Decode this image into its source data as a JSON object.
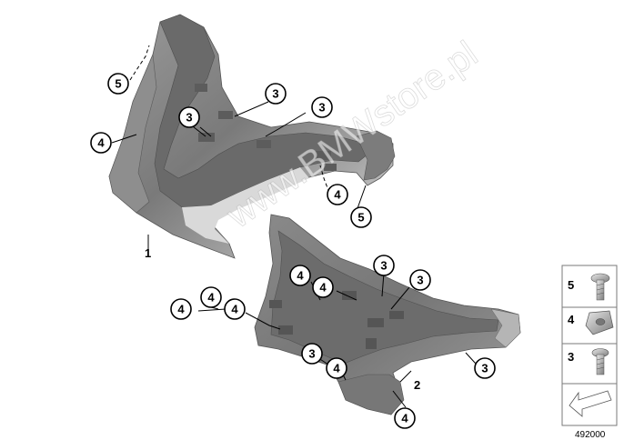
{
  "watermark": "www.BMWstore.pl",
  "diagram_id": "492000",
  "parts": {
    "part1_label": "1",
    "part2_label": "2"
  },
  "callouts": [
    {
      "label": "5"
    },
    {
      "label": "4"
    },
    {
      "label": "3"
    },
    {
      "label": "3"
    },
    {
      "label": "3"
    },
    {
      "label": "4"
    },
    {
      "label": "5"
    },
    {
      "label": "4"
    },
    {
      "label": "3"
    },
    {
      "label": "4"
    },
    {
      "label": "4"
    },
    {
      "label": "3"
    },
    {
      "label": "4"
    },
    {
      "label": "4"
    },
    {
      "label": "3"
    },
    {
      "label": "4"
    },
    {
      "label": "3"
    },
    {
      "label": "4"
    }
  ],
  "legend": [
    {
      "number": "5",
      "icon": "screw-icon"
    },
    {
      "number": "4",
      "icon": "clip-nut-icon"
    },
    {
      "number": "3",
      "icon": "screw-icon"
    }
  ],
  "colors": {
    "part_dark": "#6f6f6f",
    "part_mid": "#8c8c8c",
    "part_light": "#c9c9c9"
  }
}
